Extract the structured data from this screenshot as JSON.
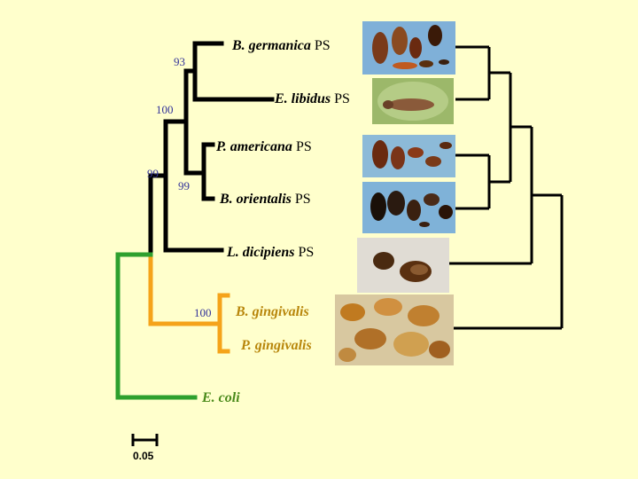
{
  "taxa": [
    {
      "id": "b-germanica",
      "name": "B. germanica",
      "suffix": " PS",
      "color": "#000000"
    },
    {
      "id": "e-libidus",
      "name": "E. libidus",
      "suffix": " PS",
      "color": "#000000"
    },
    {
      "id": "p-americana",
      "name": "P. americana",
      "suffix": " PS",
      "color": "#000000"
    },
    {
      "id": "b-orientalis",
      "name": "B. orientalis",
      "suffix": " PS",
      "color": "#000000"
    },
    {
      "id": "l-dicipiens",
      "name": "L. dicipiens",
      "suffix": " PS",
      "color": "#000000"
    },
    {
      "id": "b-gingivalis",
      "name": "B. gingivalis",
      "suffix": "",
      "color": "#b8860b"
    },
    {
      "id": "p-gingivalis",
      "name": "P. gingivalis",
      "suffix": "",
      "color": "#b8860b"
    },
    {
      "id": "e-coli",
      "name": "E. coli",
      "suffix": "",
      "color": "#4a8a1a"
    }
  ],
  "bootstrap": [
    "93",
    "100",
    "99",
    "99",
    "100"
  ],
  "scale_bar": "0.05",
  "colors": {
    "background": "#ffffcc",
    "bacteroides_clade": "#f5a31a",
    "outgroup": "#2ea02e",
    "host_tree": "#000000",
    "bootstrap": "#33339a"
  }
}
